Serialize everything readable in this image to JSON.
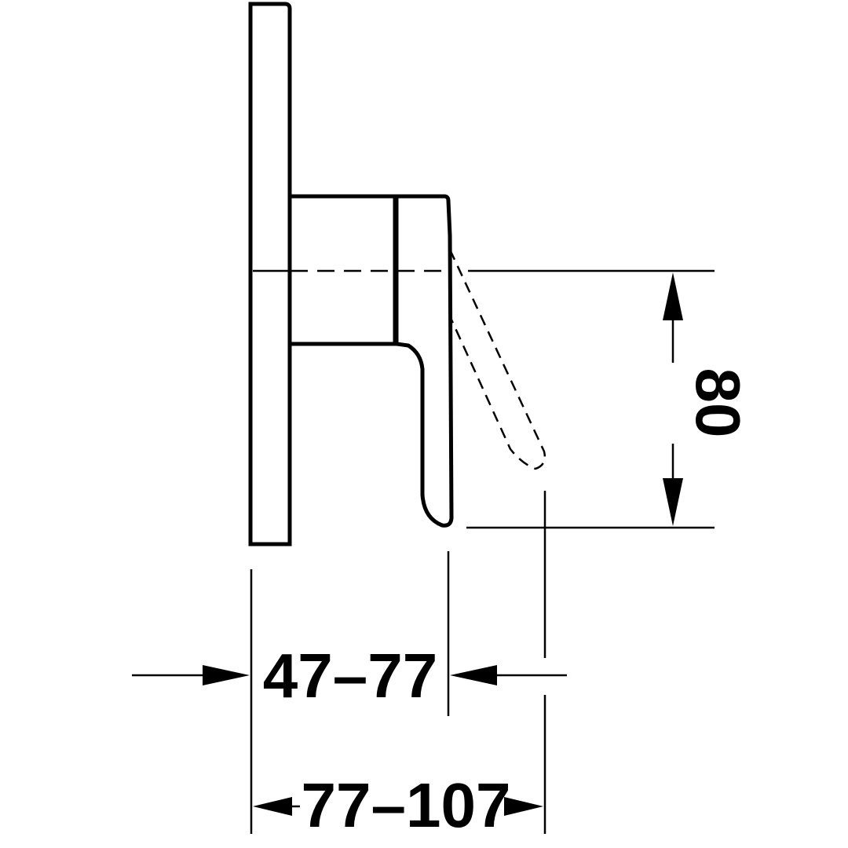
{
  "dimensions": {
    "height_label": "80",
    "inner_depth_label": "47–77",
    "outer_depth_label": "77–107"
  },
  "colors": {
    "line": "#000000",
    "background": "#ffffff"
  }
}
